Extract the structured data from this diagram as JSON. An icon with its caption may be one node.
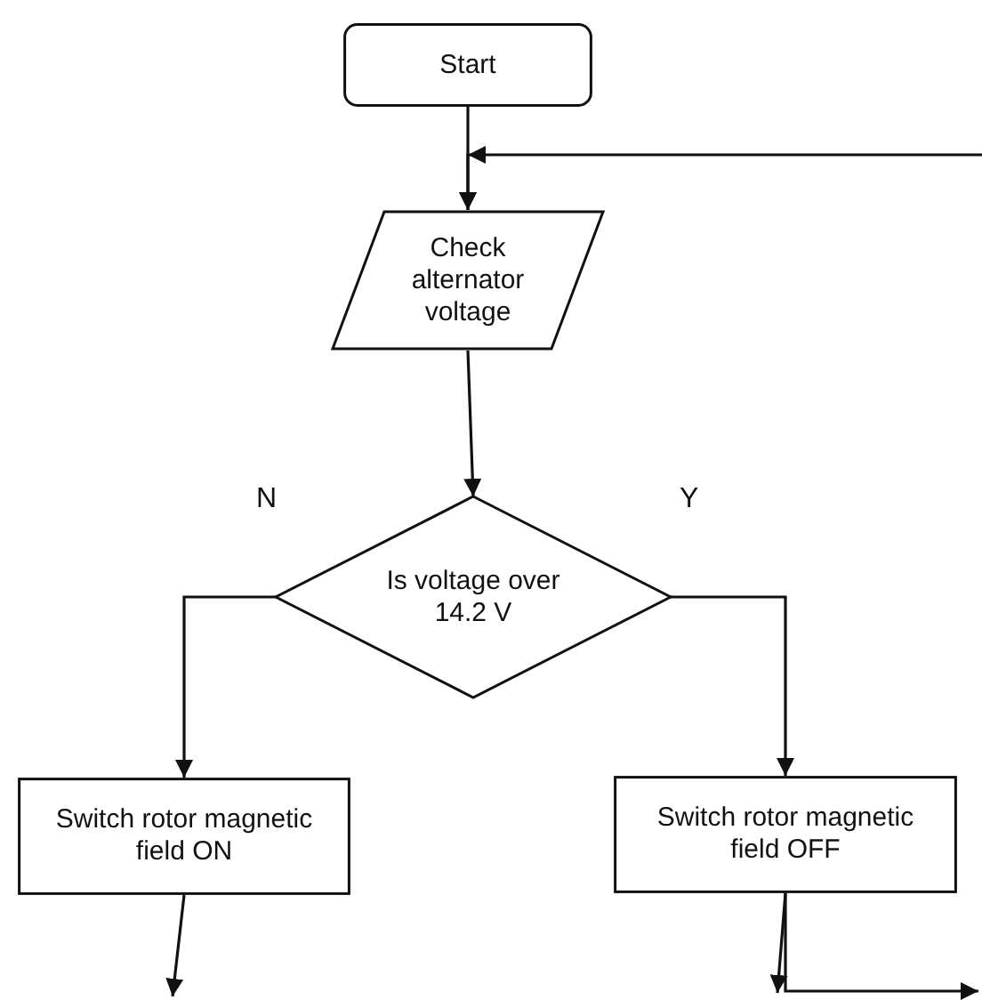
{
  "diagram": {
    "nodes": [
      {
        "text": [
          "Start"
        ]
      },
      {
        "text": [
          "Check alternator voltage"
        ]
      },
      {
        "text": [
          "Is voltage over 14.2 V"
        ]
      },
      {
        "text": [
          "Switch rotor magnetic field ON"
        ]
      },
      {
        "text": [
          "Switch rotor magnetic field OFF"
        ]
      }
    ],
    "edges": [
      {
        "from": 0,
        "to": 1,
        "arrow": "to"
      },
      {
        "from": null,
        "to": 1,
        "arrow": "to"
      },
      {
        "from": 1,
        "to": 2,
        "arrow": "to"
      },
      {
        "from": 2,
        "to": 3,
        "arrow": "to",
        "label": "N"
      },
      {
        "from": 2,
        "to": 4,
        "arrow": "to",
        "label": "Y"
      },
      {
        "from": 3,
        "to": null,
        "arrow": "to"
      },
      {
        "from": 4,
        "to": null,
        "arrow": "to"
      },
      {
        "from": 4,
        "to": null,
        "arrow": "to"
      }
    ]
  }
}
